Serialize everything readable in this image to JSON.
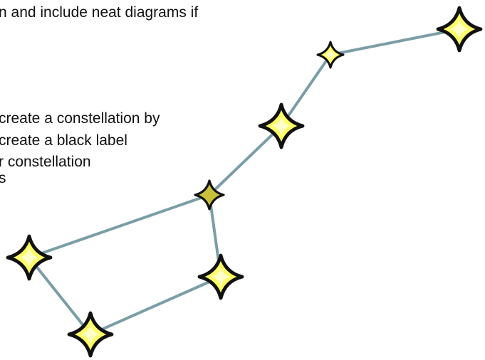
{
  "instructions": {
    "lines": [
      "n and include neat diagrams if",
      "create a constellation by",
      "create a black label",
      "r constellation",
      "s"
    ]
  },
  "constellation": {
    "stars": [
      {
        "id": "star-far-right"
      },
      {
        "id": "star-upper-small"
      },
      {
        "id": "star-middle-large"
      },
      {
        "id": "star-junction-dark"
      },
      {
        "id": "star-bowl-right"
      },
      {
        "id": "star-bowl-bottom"
      },
      {
        "id": "star-bowl-left"
      }
    ],
    "links": [
      [
        "star-far-right",
        "star-upper-small"
      ],
      [
        "star-upper-small",
        "star-middle-large"
      ],
      [
        "star-middle-large",
        "star-junction-dark"
      ],
      [
        "star-junction-dark",
        "star-bowl-right"
      ],
      [
        "star-bowl-right",
        "star-bowl-bottom"
      ],
      [
        "star-bowl-bottom",
        "star-bowl-left"
      ],
      [
        "star-bowl-left",
        "star-junction-dark"
      ]
    ],
    "colors": {
      "line": "#7b9ea6",
      "star_fill": "#ffff66",
      "star_core": "#ffffcc",
      "star_outline": "#111111",
      "dark_star_fill": "#c8bf3a"
    }
  }
}
